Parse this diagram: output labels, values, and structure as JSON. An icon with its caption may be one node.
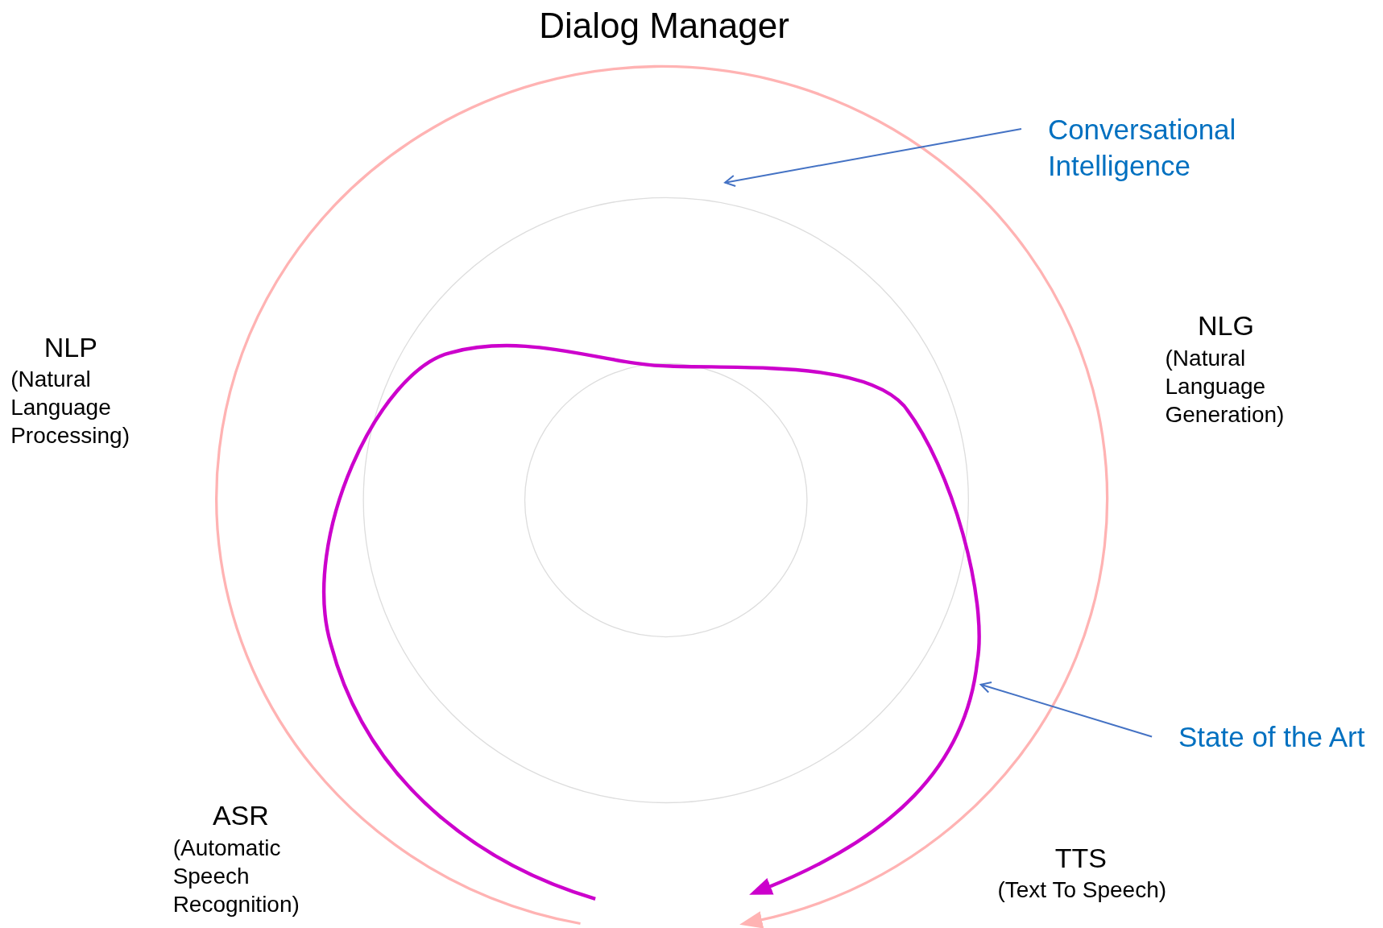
{
  "diagram": {
    "title": "Dialog Manager",
    "nodes": [
      {
        "text": [
          "Conversational Intelligence"
        ]
      },
      {
        "text": [
          "State of the Art"
        ]
      },
      {
        "text": [],
        "shape": "arrow"
      }
    ],
    "edges": [
      {
        "from": 0,
        "to": null,
        "arrow": "to"
      },
      {
        "from": 1,
        "to": 2,
        "arrow": "to"
      }
    ],
    "labels": [
      "NLP",
      "(Natural Language Processing)",
      "NLG",
      "(Natural Language Generation)",
      "ASR",
      "(Automatic Speech Recognition)",
      "TTS",
      "(Text To Speech)"
    ]
  }
}
